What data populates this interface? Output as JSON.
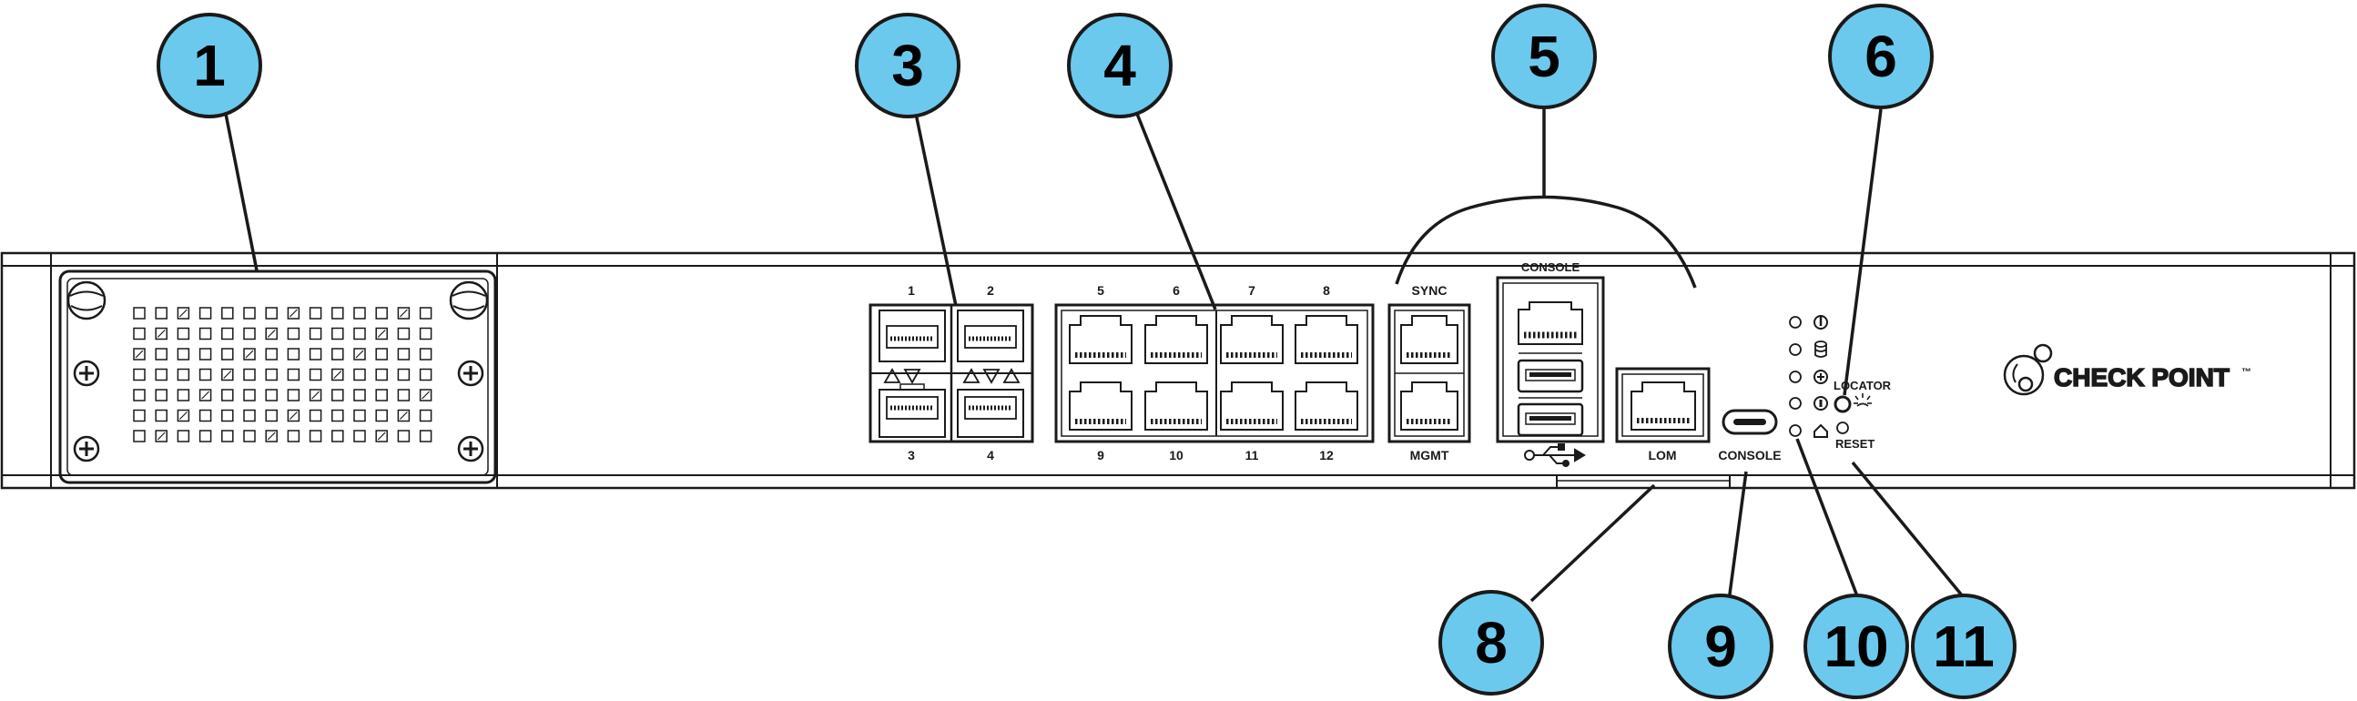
{
  "colors": {
    "callout_fill": "#6cc9ee",
    "ink": "#1a1a1a",
    "background": "#ffffff"
  },
  "callouts": [
    "1",
    "3",
    "4",
    "5",
    "6",
    "8",
    "9",
    "10",
    "11"
  ],
  "sfp_port_numbers": [
    "1",
    "2",
    "3",
    "4"
  ],
  "rj45_top_numbers": [
    "5",
    "6",
    "7",
    "8"
  ],
  "rj45_bottom_numbers": [
    "9",
    "10",
    "11",
    "12"
  ],
  "labels": {
    "sync": "SYNC",
    "mgmt": "MGMT",
    "console_top": "CONSOLE",
    "lom": "LOM",
    "console_usbc": "CONSOLE",
    "locator": "LOCATOR",
    "reset": "RESET",
    "brand": "CHECK POINT",
    "trademark": "™"
  },
  "icons": {
    "usb": "usb-icon",
    "power": "power-icon",
    "storage": "storage-icon",
    "alert": "alert-icon",
    "info": "info-icon",
    "home": "home-icon",
    "brand_logo": "check-point-logo-icon"
  }
}
